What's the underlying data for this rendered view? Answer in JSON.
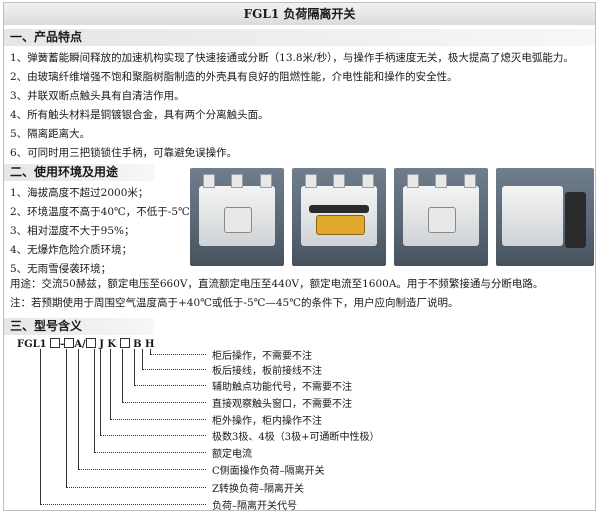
{
  "title": "FGL1 负荷隔离开关",
  "section1": {
    "heading": "一、产品特点",
    "items": [
      "1、弹簧蓄能瞬间释放的加速机构实现了快速接通或分断（13.8米/秒），与操作手柄速度无关，极大提高了熄灭电弧能力。",
      "2、由玻璃纤维增强不饱和聚脂树脂制造的外壳具有良好的阻燃性能，介电性能和操作的安全性。",
      "3、并联双断点触头具有自清洁作用。",
      "4、所有触头材料是铜镀银合金，具有两个分离触头面。",
      "5、隔离距离大。",
      "6、可同时用三把锁锁住手柄，可靠避免误操作。"
    ]
  },
  "section2": {
    "heading": "二、使用环境及用途",
    "items": [
      "1、海拔高度不超过2000米；",
      "2、环境温度不高于40℃，不低于-5℃；",
      "3、相对湿度不大于95%；",
      "4、无爆炸危险介质环境；",
      "5、无雨雪侵袭环境；"
    ],
    "usage": "用途：交流50赫兹，额定电压至660V，直流额定电压至440V，额定电流至1600A。用于不频繁接通与分断电路。",
    "note": "注：若预期使用于周围空气温度高于+40℃或低于-5℃—45℃的条件下，用户应向制造厂说明。"
  },
  "section3": {
    "heading": "三、型号含义",
    "code_prefix": "FGL1",
    "code_sep1": "-",
    "code_a": "A/",
    "code_j": "J",
    "code_k": "K",
    "code_b": "B",
    "code_h": "H",
    "labels": [
      "柜后操作，不需要不注",
      "板后接线，板前接线不注",
      "辅助触点功能代号，不需要不注",
      "直接观察触头窗口，不需要不注",
      "柜外操作，柜内操作不注",
      "极数3极、4极（3极+可通断中性极）",
      "额定电流",
      "C侧面操作负荷–隔离开关",
      "Z转换负荷–隔离开关",
      "负荷–隔离开关代号"
    ]
  },
  "photos": [
    {
      "name": "photo-switch-1",
      "knob_color": "#e8e8e8"
    },
    {
      "name": "photo-switch-2",
      "knob_color": "#e0a82c"
    },
    {
      "name": "photo-switch-3",
      "knob_color": "#e8e8e8"
    },
    {
      "name": "photo-switch-4",
      "knob_color": "#2b2b2b"
    }
  ]
}
